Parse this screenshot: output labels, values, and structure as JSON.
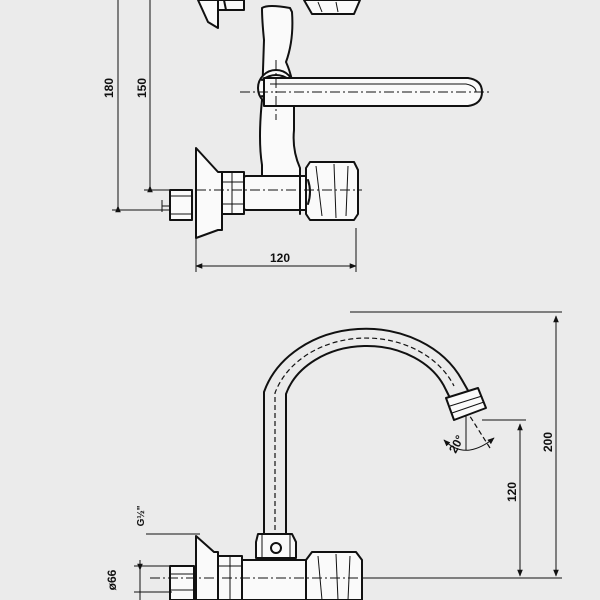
{
  "top_view": {
    "dim_height_total": "180",
    "dim_height_center": "150",
    "dim_width": "120"
  },
  "side_view": {
    "dim_height_total": "200",
    "dim_height_outlet": "120",
    "dim_angle": "20°",
    "dim_thread": "G½\"",
    "dim_diameter": "ø66"
  }
}
